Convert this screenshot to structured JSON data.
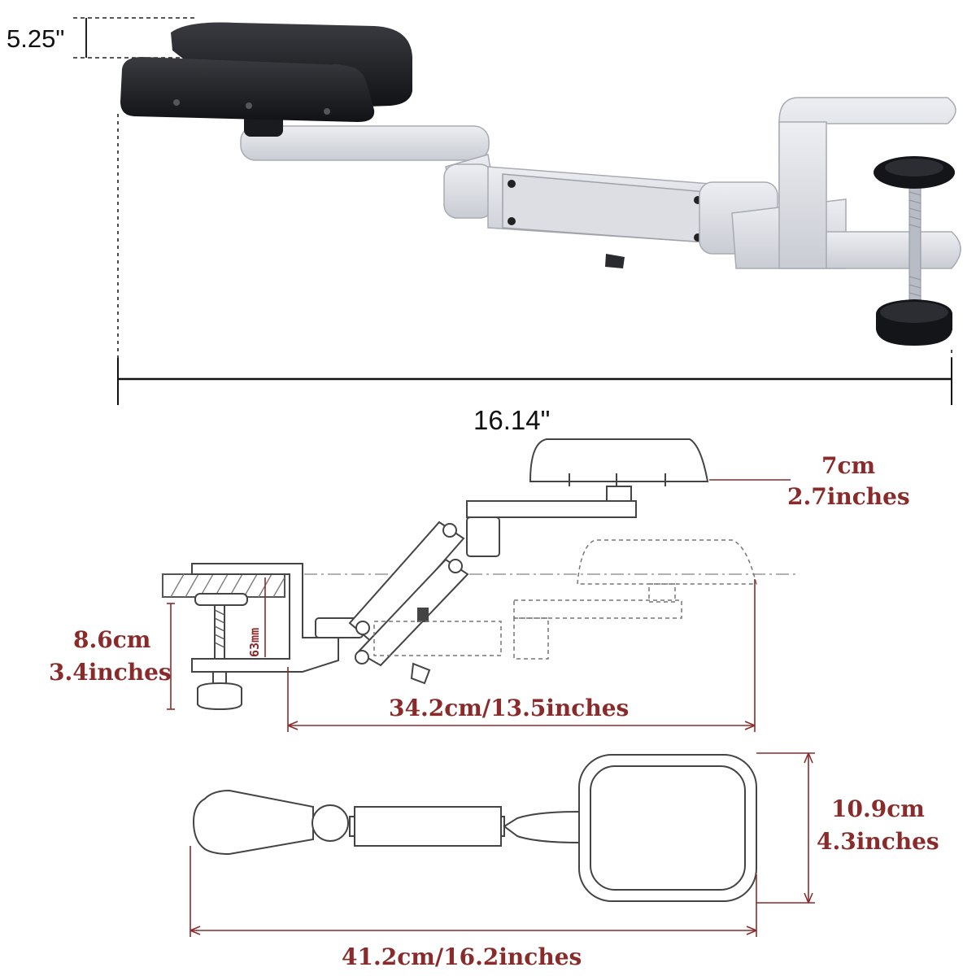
{
  "photo": {
    "height_label": "5.25\"",
    "width_label": "16.14\""
  },
  "side_view": {
    "pad_height_cm": "7cm",
    "pad_height_in": "2.7inches",
    "clamp_opening_cm": "8.6cm",
    "clamp_opening_in": "3.4inches",
    "clamp_screw_label": "63mm",
    "arm_length": "34.2cm/13.5inches"
  },
  "top_view": {
    "pad_width_cm": "10.9cm",
    "pad_width_in": "4.3inches",
    "total_length": "41.2cm/16.2inches"
  },
  "colors": {
    "dimension_red": "#8a2b2b",
    "metal": "#d6d8de",
    "pad": "#1c1d21"
  }
}
